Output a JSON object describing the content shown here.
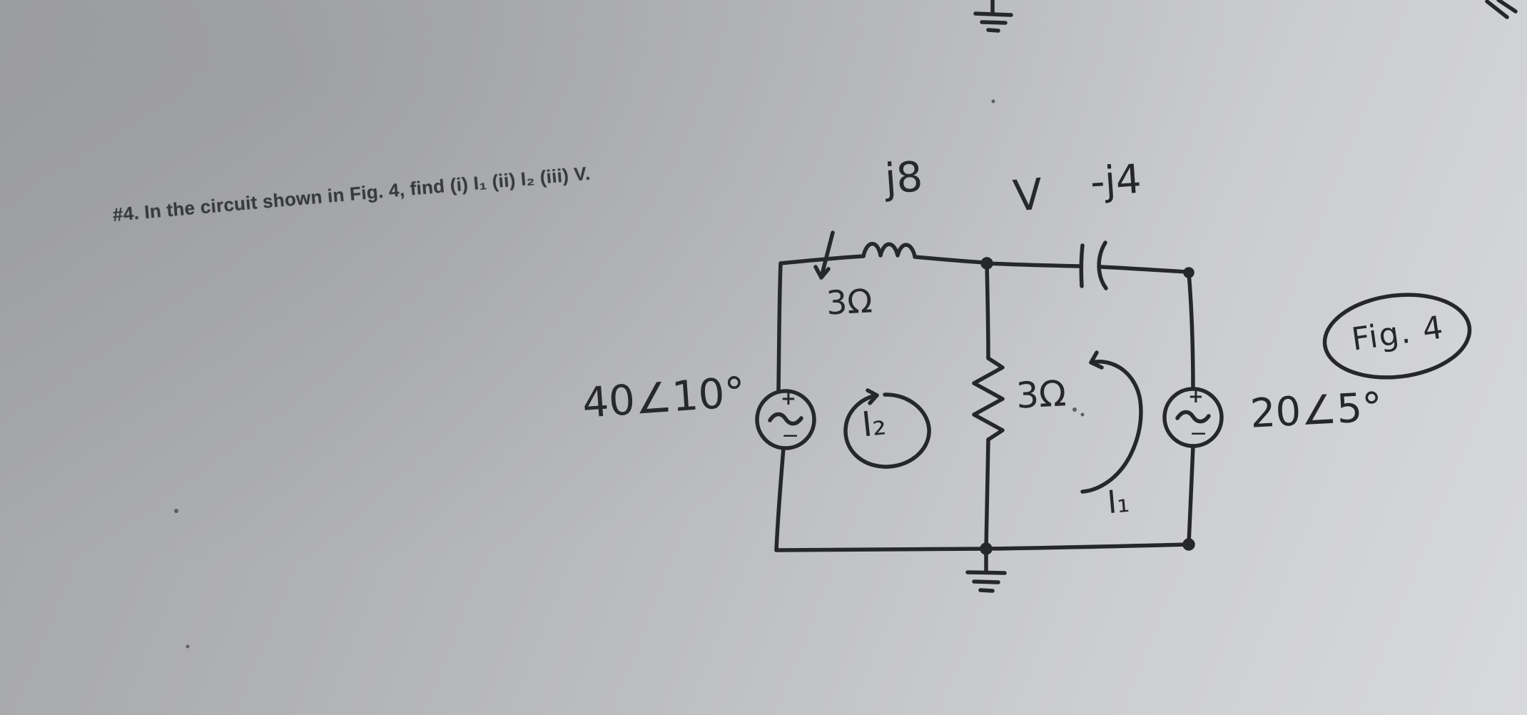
{
  "problem": {
    "text": "#4. In the circuit shown in Fig. 4, find (i) I₁ (ii) I₂ (iii) V."
  },
  "circuit": {
    "labels": {
      "inductor": "j8",
      "node_voltage": "V",
      "capacitor": "-j4",
      "series_resistor": "3Ω",
      "shunt_resistor": "3Ω",
      "left_source": "40∠10°",
      "right_source": "20∠5°",
      "mesh_left": "I₂",
      "mesh_right": "I₁"
    },
    "source_signs": {
      "plus": "+",
      "minus": "−"
    }
  },
  "figure": {
    "caption": "Fig. 4"
  },
  "colors": {
    "ink": "#26272a",
    "paper_dark": "#a2a3a5",
    "paper_light": "#d8d9db"
  }
}
